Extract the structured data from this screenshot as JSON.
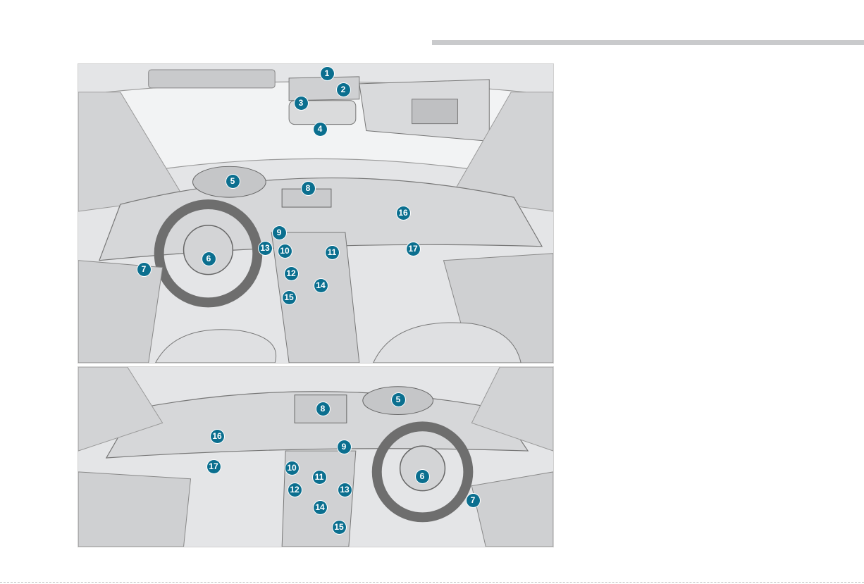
{
  "illustration_lhd": {
    "markers": [
      "1",
      "2",
      "3",
      "4",
      "5",
      "6",
      "7",
      "8",
      "9",
      "10",
      "11",
      "12",
      "13",
      "14",
      "15",
      "16",
      "17"
    ]
  },
  "illustration_rhd": {
    "markers": [
      "5",
      "6",
      "7",
      "8",
      "9",
      "10",
      "11",
      "12",
      "13",
      "14",
      "15",
      "16",
      "17"
    ]
  },
  "colors": {
    "marker": "#0b6f8f",
    "header_rule": "#c9cacc"
  }
}
